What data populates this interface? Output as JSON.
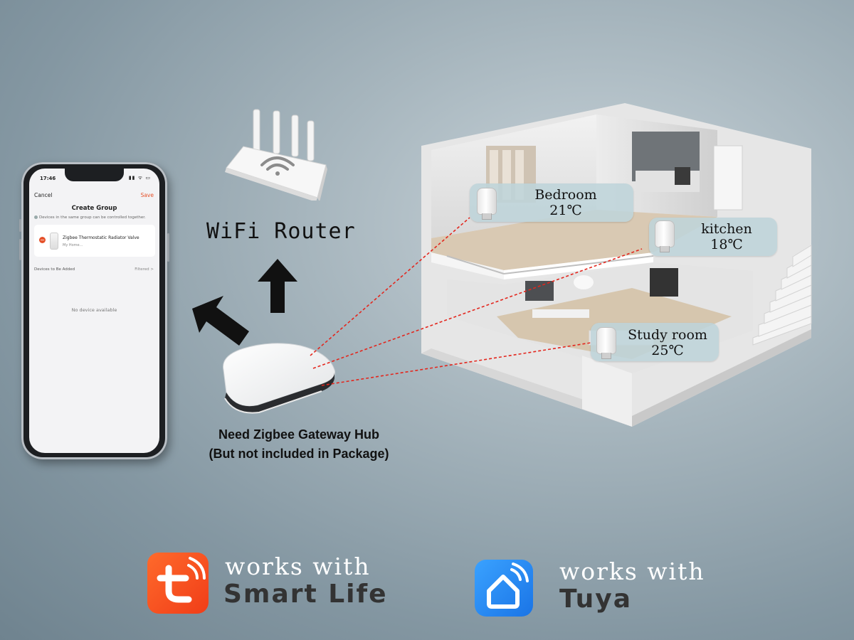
{
  "phone": {
    "status_time": "17:46",
    "status_icons": "▮▮ ᯤ ▭",
    "nav": {
      "cancel": "Cancel",
      "title": "Create Group",
      "save": "Save"
    },
    "hint": "Devices in the same group can be controlled together.",
    "device": {
      "name": "Zigbee Thermostatic Radiator Valve",
      "location": "My Home..."
    },
    "devices_to_add_label": "Devices to Be Added",
    "filtered_label": "Filtered >",
    "empty_state": "No device available",
    "accent_color": "#e5512a"
  },
  "router": {
    "label": "WiFi Router",
    "icon": "wifi-router-icon"
  },
  "hub": {
    "line1": "Need Zigbee Gateway Hub",
    "line2": "(But not included in Package)"
  },
  "rooms": [
    {
      "name": "Bedroom",
      "temp": "21℃"
    },
    {
      "name": "kitchen",
      "temp": "18℃"
    },
    {
      "name": "Study room",
      "temp": "25℃"
    }
  ],
  "compat": [
    {
      "works_with": "works with",
      "brand": "Smart Life",
      "icon": "smart-life-icon",
      "color": "#f4471f"
    },
    {
      "works_with": "works with",
      "brand": "Tuya",
      "icon": "tuya-icon",
      "color": "#2a8cf5"
    }
  ],
  "link_color": "#e3261d"
}
